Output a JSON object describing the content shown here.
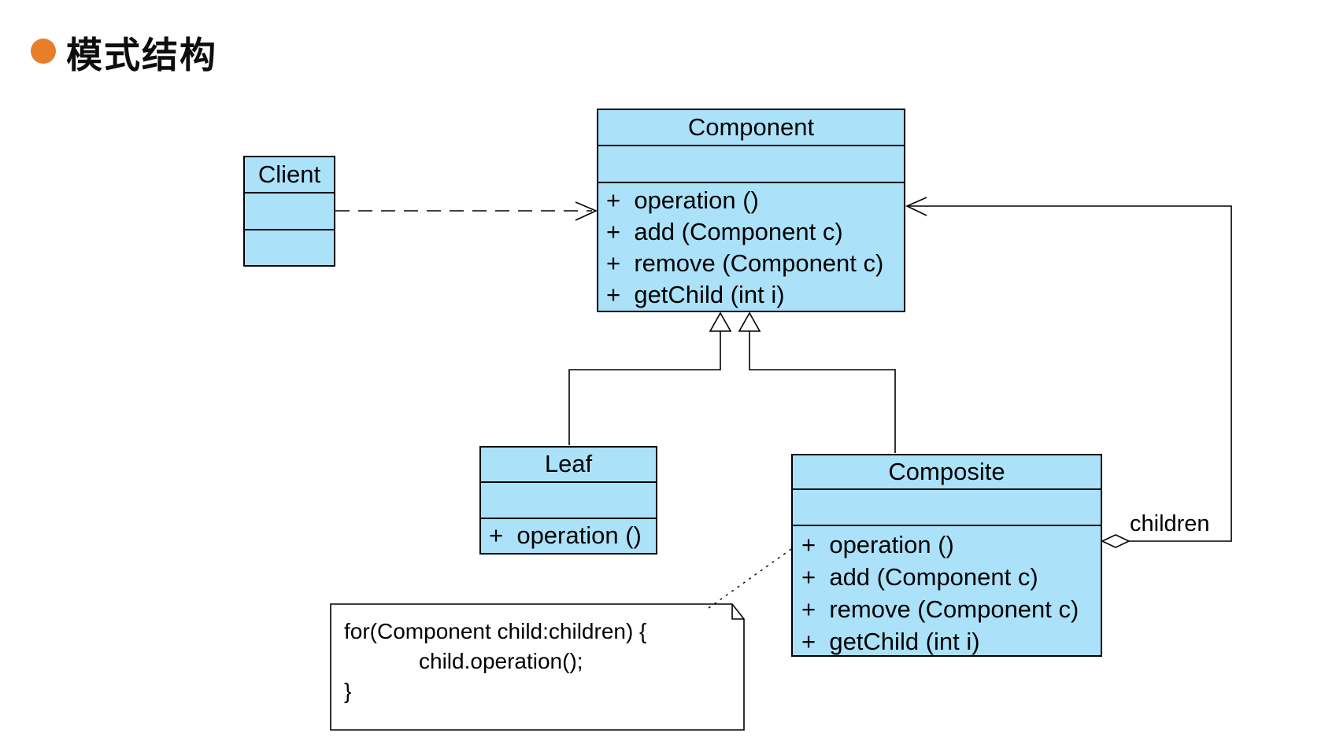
{
  "slide": {
    "title": "模式结构"
  },
  "colors": {
    "background": "#FFFFFF",
    "box_fill": "#ABE2FA",
    "box_border": "#000000",
    "bullet_orange": "#E87D2A",
    "line_color": "#000000"
  },
  "diagram": {
    "classes": {
      "client": {
        "name": "Client",
        "attributes": [],
        "methods": []
      },
      "component": {
        "name": "Component",
        "attributes": [],
        "methods": [
          "+  operation ()",
          "+  add (Component c)",
          "+  remove (Component c)",
          "+  getChild (int i)"
        ]
      },
      "leaf": {
        "name": "Leaf",
        "attributes": [],
        "methods": [
          "+  operation ()"
        ]
      },
      "composite": {
        "name": "Composite",
        "attributes": [],
        "methods": [
          "+  operation ()",
          "+  add (Component c)",
          "+  remove (Component c)",
          "+  getChild (int i)"
        ]
      }
    },
    "relationships": {
      "client_to_component": {
        "type": "dashed dependency arrow",
        "from": "Client",
        "to": "Component"
      },
      "leaf_to_component": {
        "type": "generalization",
        "from": "Leaf",
        "to": "Component"
      },
      "composite_to_component": {
        "type": "generalization",
        "from": "Composite",
        "to": "Component"
      },
      "composite_children": {
        "type": "aggregation",
        "from": "Composite",
        "to": "Component",
        "label": "children"
      }
    },
    "aggregation_label": "children",
    "note": {
      "lines": [
        "for(Component child:children) {",
        "child.operation();",
        "}"
      ]
    }
  }
}
